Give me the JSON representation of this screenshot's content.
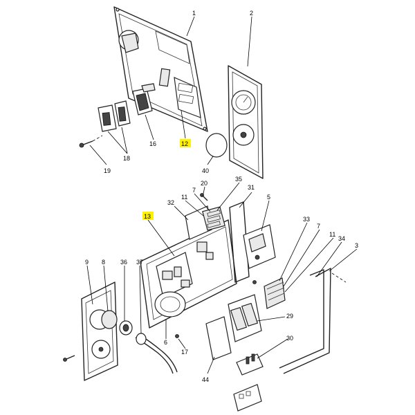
{
  "callouts": [
    {
      "id": "c1",
      "text": "1",
      "highlight": false
    },
    {
      "id": "c2",
      "text": "2",
      "highlight": false
    },
    {
      "id": "c12",
      "text": "12",
      "highlight": true
    },
    {
      "id": "c16",
      "text": "16",
      "highlight": false
    },
    {
      "id": "c18",
      "text": "18",
      "highlight": false
    },
    {
      "id": "c19",
      "text": "19",
      "highlight": false
    },
    {
      "id": "c40",
      "text": "40",
      "highlight": false
    },
    {
      "id": "c20",
      "text": "20",
      "highlight": false
    },
    {
      "id": "c35",
      "text": "35",
      "highlight": false
    },
    {
      "id": "c7a",
      "text": "7",
      "highlight": false
    },
    {
      "id": "c11a",
      "text": "11",
      "highlight": false
    },
    {
      "id": "c31",
      "text": "31",
      "highlight": false
    },
    {
      "id": "c5",
      "text": "5",
      "highlight": false
    },
    {
      "id": "c32",
      "text": "32",
      "highlight": false
    },
    {
      "id": "c13",
      "text": "13",
      "highlight": true
    },
    {
      "id": "c33",
      "text": "33",
      "highlight": false
    },
    {
      "id": "c7b",
      "text": "7",
      "highlight": false
    },
    {
      "id": "c11b",
      "text": "11",
      "highlight": false
    },
    {
      "id": "c34",
      "text": "34",
      "highlight": false
    },
    {
      "id": "c3",
      "text": "3",
      "highlight": false
    },
    {
      "id": "c9",
      "text": "9",
      "highlight": false
    },
    {
      "id": "c8",
      "text": "8",
      "highlight": false
    },
    {
      "id": "c36",
      "text": "36",
      "highlight": false
    },
    {
      "id": "c37",
      "text": "37",
      "highlight": false
    },
    {
      "id": "c29",
      "text": "29",
      "highlight": false
    },
    {
      "id": "c6",
      "text": "6",
      "highlight": false
    },
    {
      "id": "c17",
      "text": "17",
      "highlight": false
    },
    {
      "id": "c30",
      "text": "30",
      "highlight": false
    },
    {
      "id": "c44",
      "text": "44",
      "highlight": false
    }
  ],
  "colors": {
    "highlight": "#fff200",
    "line": "#222222",
    "background": "#ffffff"
  }
}
